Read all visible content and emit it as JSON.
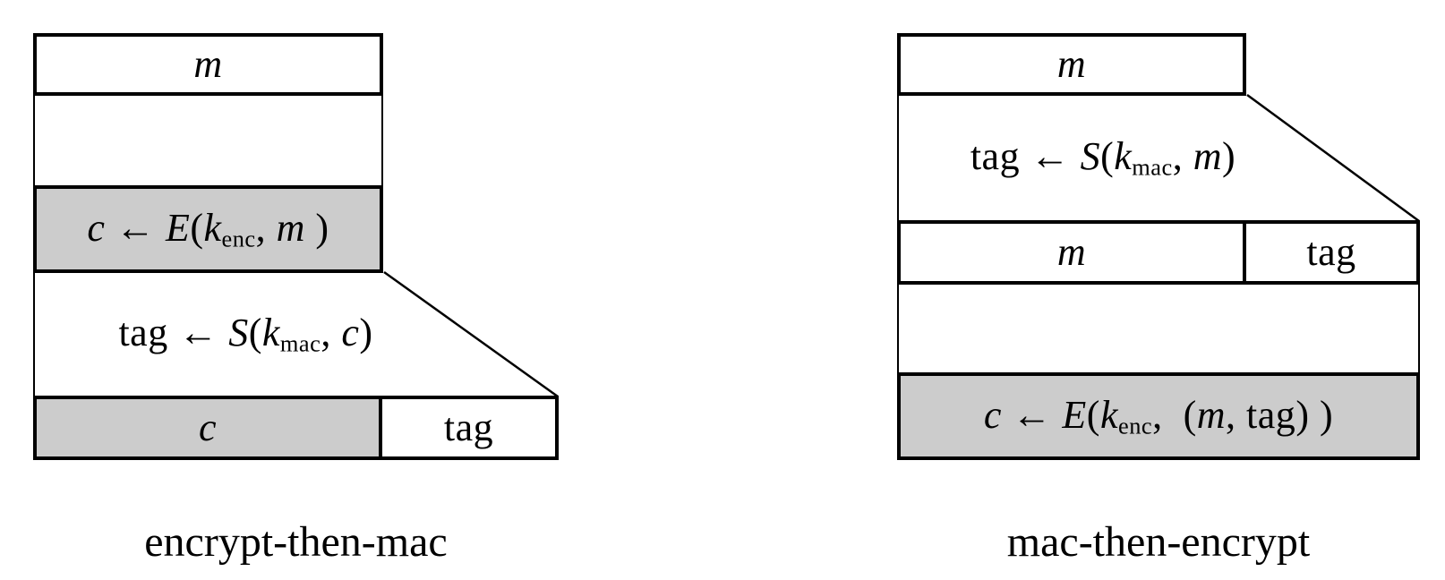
{
  "canvas": {
    "background": "#ffffff",
    "line_color": "#000000",
    "shaded_fill": "#cccccc"
  },
  "diagrams": {
    "etm": {
      "caption": "encrypt-then-mac",
      "message_label": "m",
      "encrypt_formula": [
        [
          "c",
          "i"
        ],
        [
          " ← ",
          "r"
        ],
        [
          "E",
          "i"
        ],
        [
          "(",
          "r"
        ],
        [
          "k",
          "i"
        ],
        [
          "enc",
          "s"
        ],
        [
          ", ",
          "r"
        ],
        [
          "m",
          "i"
        ],
        [
          " )",
          "r"
        ]
      ],
      "sign_formula": [
        [
          "tag",
          "r"
        ],
        [
          " ← ",
          "r"
        ],
        [
          "S",
          "i"
        ],
        [
          "(",
          "r"
        ],
        [
          "k",
          "i"
        ],
        [
          "mac",
          "s"
        ],
        [
          ", ",
          "r"
        ],
        [
          "c",
          "i"
        ],
        [
          ")",
          "r"
        ]
      ],
      "output_cipher_label": "c",
      "output_tag_label": "tag"
    },
    "mte": {
      "caption": "mac-then-encrypt",
      "message_label": "m",
      "sign_formula": [
        [
          "tag",
          "r"
        ],
        [
          " ← ",
          "r"
        ],
        [
          "S",
          "i"
        ],
        [
          "(",
          "r"
        ],
        [
          "k",
          "i"
        ],
        [
          "mac",
          "s"
        ],
        [
          ", ",
          "r"
        ],
        [
          "m",
          "i"
        ],
        [
          ")",
          "r"
        ]
      ],
      "concat_message_label": "m",
      "concat_tag_label": "tag",
      "encrypt_formula": [
        [
          "c",
          "i"
        ],
        [
          " ← ",
          "r"
        ],
        [
          "E",
          "i"
        ],
        [
          "(",
          "r"
        ],
        [
          "k",
          "i"
        ],
        [
          "enc",
          "s"
        ],
        [
          ",  ",
          "r"
        ],
        [
          "(",
          "r"
        ],
        [
          "m",
          "i"
        ],
        [
          ", ",
          "r"
        ],
        [
          "tag",
          "r"
        ],
        [
          ") )",
          "r"
        ]
      ]
    }
  }
}
